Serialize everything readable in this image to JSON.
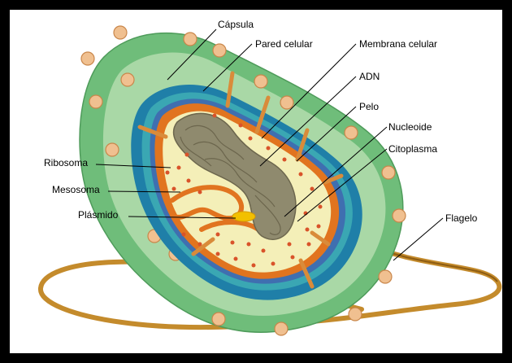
{
  "diagram": {
    "labels": {
      "capsula": "Cápsula",
      "pared_celular": "Pared celular",
      "membrana_celular": "Membrana celular",
      "adn": "ADN",
      "pelo": "Pelo",
      "nucleoide": "Nucleoide",
      "citoplasma": "Citoplasma",
      "flagelo": "Flagelo",
      "ribosoma": "Ribosoma",
      "mesosoma": "Mesosoma",
      "plasmido": "Plásmido"
    },
    "colors": {
      "capsule": "#6fbd7a",
      "capsule_light": "#a9d8a6",
      "wall_blue": "#1f7fa8",
      "wall_teal": "#3aa7b3",
      "membrane_orange": "#e1741f",
      "cytoplasm": "#f4efb8",
      "ribosome": "#d9532a",
      "nucleoid": "#8f8a6e",
      "pili": "#d98b3a",
      "flagellum": "#c48b2c",
      "plasmid": "#f2c000"
    }
  }
}
